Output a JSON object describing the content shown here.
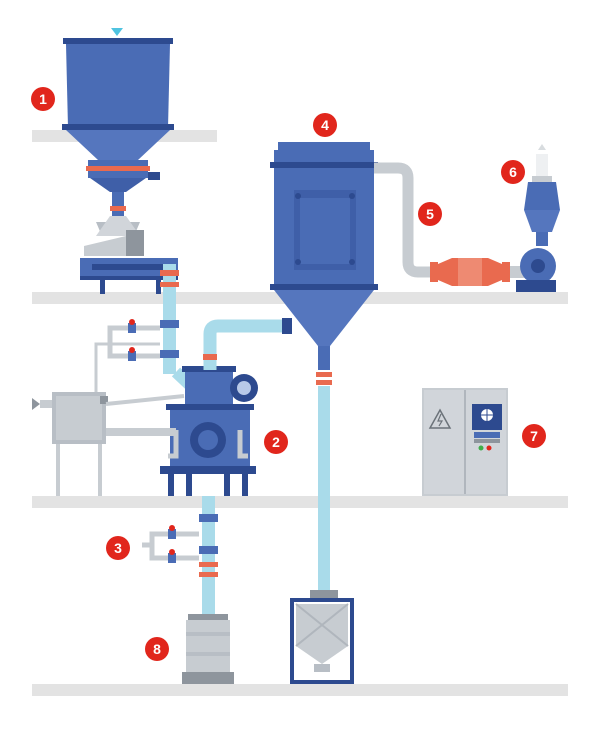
{
  "diagram": {
    "colors": {
      "callout": "#e1261c",
      "equipment_blue": "#4a6cb5",
      "equipment_dark_blue": "#2d4a8f",
      "pipe_light_blue": "#a9dbea",
      "pipe_grey": "#c7ccd1",
      "flange_orange": "#e96a4f",
      "floor_grey": "#e3e3e3"
    },
    "callouts": [
      {
        "id": "1",
        "label": "1"
      },
      {
        "id": "2",
        "label": "2"
      },
      {
        "id": "3",
        "label": "3"
      },
      {
        "id": "4",
        "label": "4"
      },
      {
        "id": "5",
        "label": "5"
      },
      {
        "id": "6",
        "label": "6"
      },
      {
        "id": "7",
        "label": "7"
      },
      {
        "id": "8",
        "label": "8"
      }
    ],
    "icons": [
      "hazard-voltage-icon",
      "globe-icon"
    ]
  }
}
